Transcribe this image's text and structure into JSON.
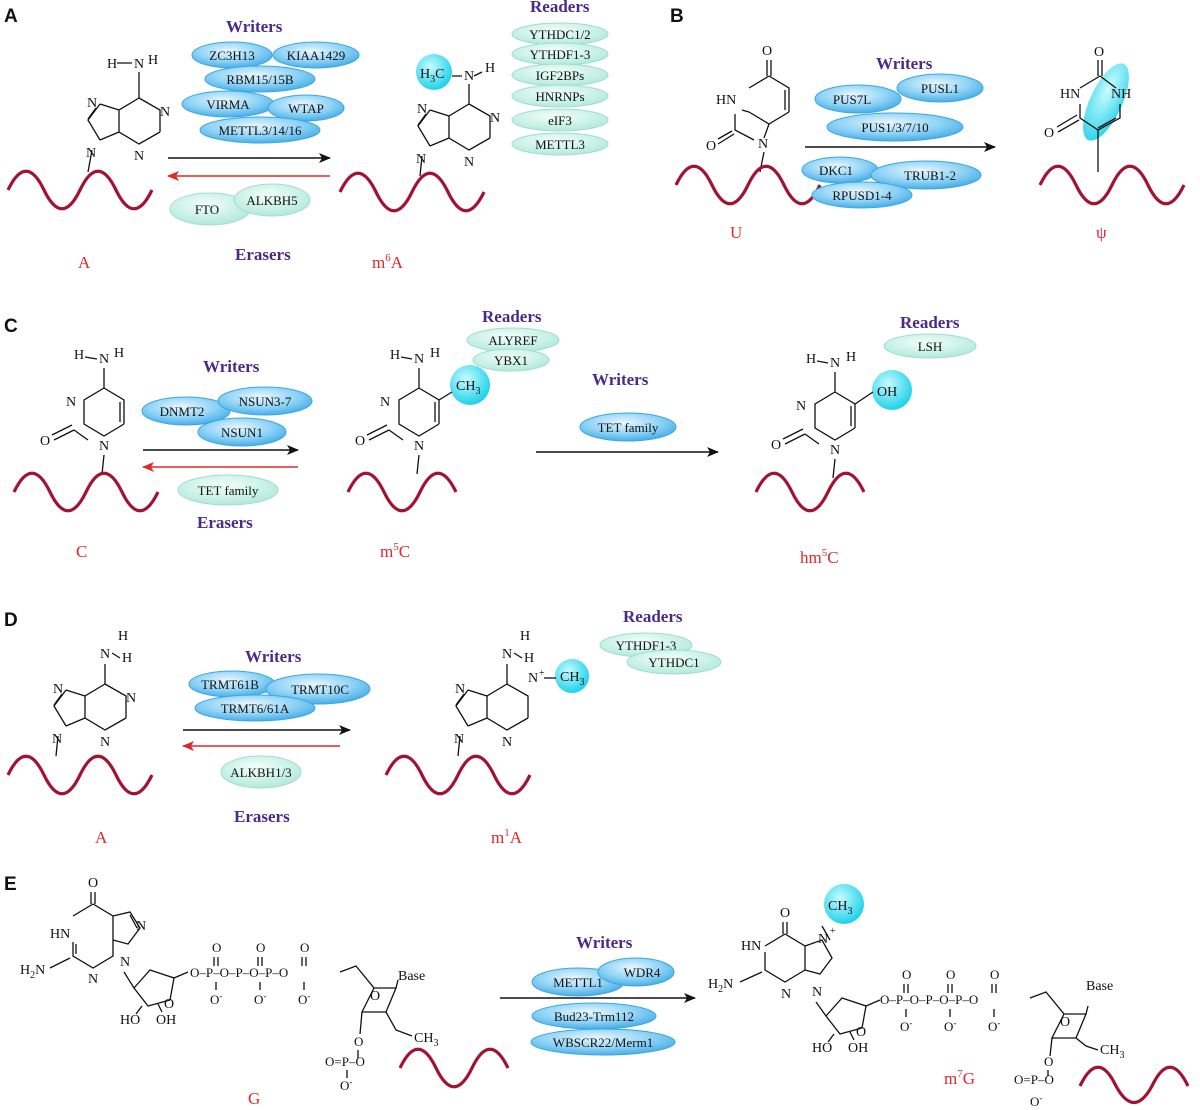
{
  "panels": {
    "A": {
      "label": "A",
      "writers_title": "Writers",
      "erasers_title": "Erasers",
      "readers_title": "Readers",
      "writers": [
        "ZC3H13",
        "KIAA1429",
        "RBM15/15B",
        "VIRMA",
        "WTAP",
        "METTL3/14/16"
      ],
      "erasers": [
        "FTO",
        "ALKBH5"
      ],
      "readers": [
        "YTHDC1/2",
        "YTHDF1-3",
        "IGF2BPs",
        "HNRNPs",
        "eIF3",
        "METTL3"
      ],
      "substrate": "A",
      "product": "m",
      "product_sup": "6",
      "product_tail": "A",
      "mod_group": "H3C",
      "mod_group_sub": "3"
    },
    "B": {
      "label": "B",
      "writers_title": "Writers",
      "writers": [
        "PUS7L",
        "PUSL1",
        "PUS1/3/7/10",
        "DKC1",
        "TRUB1-2",
        "RPUSD1-4"
      ],
      "substrate": "U",
      "product": "ψ"
    },
    "C": {
      "label": "C",
      "writers_title": "Writers",
      "erasers_title": "Erasers",
      "readers_title": "Readers",
      "writers": [
        "DNMT2",
        "NSUN3-7",
        "NSUN1"
      ],
      "erasers": [
        "TET family"
      ],
      "readers": [
        "ALYREF",
        "YBX1"
      ],
      "writers2_title": "Writers",
      "writers2": [
        "TET family"
      ],
      "readers2_title": "Readers",
      "readers2": [
        "LSH"
      ],
      "substrate": "C",
      "product1": "m",
      "product1_sup": "5",
      "product1_tail": "C",
      "product2": "hm",
      "product2_sup": "5",
      "product2_tail": "C"
    },
    "D": {
      "label": "D",
      "writers_title": "Writers",
      "erasers_title": "Erasers",
      "readers_title": "Readers",
      "writers": [
        "TRMT61B",
        "TRMT10C",
        "TRMT6/61A"
      ],
      "erasers": [
        "ALKBH1/3"
      ],
      "readers": [
        "YTHDF1-3",
        "YTHDC1"
      ],
      "substrate": "A",
      "product": "m",
      "product_sup": "1",
      "product_tail": "A"
    },
    "E": {
      "label": "E",
      "writers_title": "Writers",
      "writers": [
        "METTL1",
        "WDR4",
        "Bud23-Trm112",
        "WBSCR22/Merm1"
      ],
      "substrate": "G",
      "product": "m",
      "product_sup": "7",
      "product_tail": "G",
      "base_label": "Base"
    }
  },
  "colors": {
    "writer_blue": "#47b4ea",
    "eraser_teal": "#bfeee1",
    "reader_teal": "#bfeee1",
    "highlight_cyan": "#1fd7ee",
    "rna_strand": "#a31230",
    "label_red": "#e0282a",
    "heading_purple": "#4a2a8a",
    "forward_arrow": "#111111",
    "reverse_arrow": "#e0282a"
  }
}
